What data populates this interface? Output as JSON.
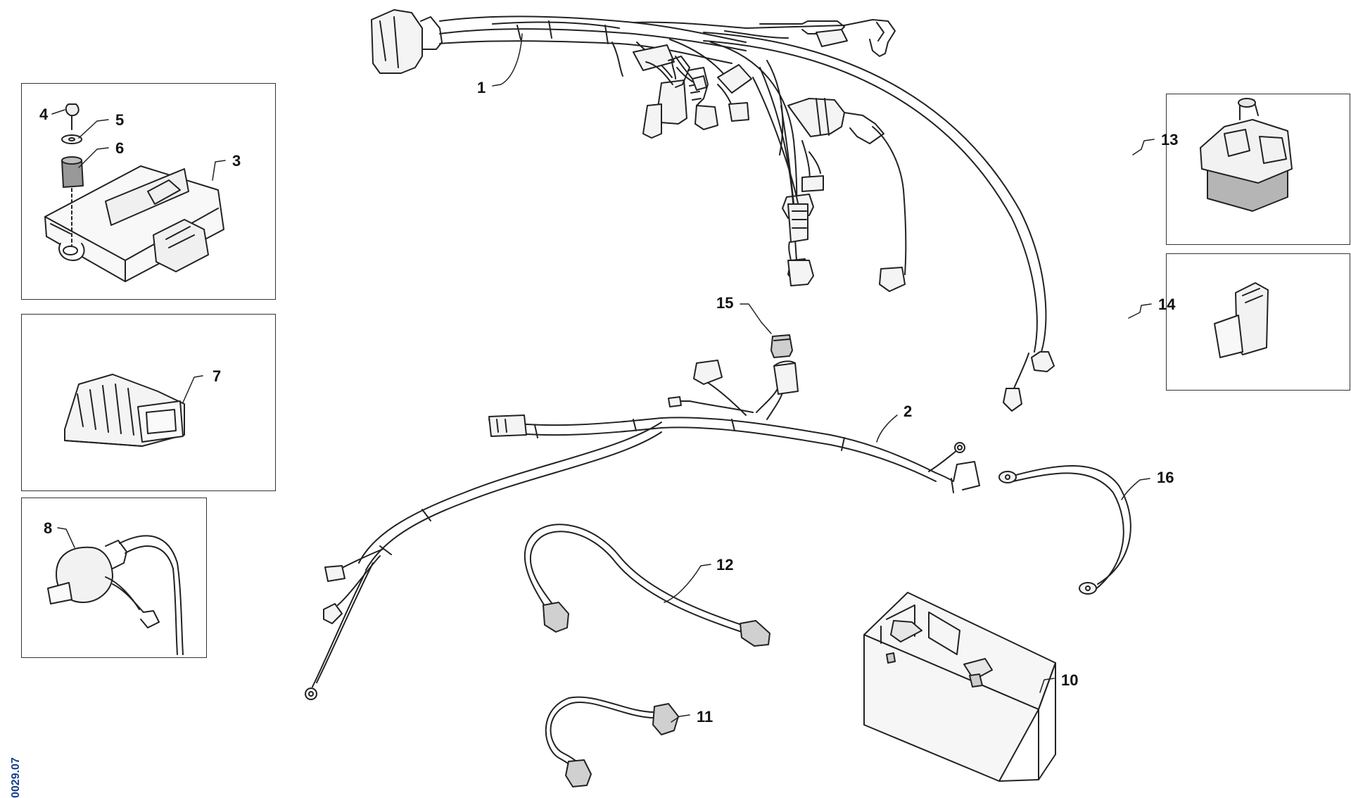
{
  "callouts": {
    "c1": "1",
    "c2": "2",
    "c3": "3",
    "c4": "4",
    "c5": "5",
    "c6": "6",
    "c7": "7",
    "c8": "8",
    "c10": "10",
    "c11": "11",
    "c12": "12",
    "c13": "13",
    "c14": "14",
    "c15": "15",
    "c16": "16"
  },
  "drawing_code": "0029.07",
  "colors": {
    "line": "#222222",
    "fill_light": "#f2f2f2",
    "fill_grey": "#c8c8c8",
    "code_blue": "#1a3f8f"
  }
}
